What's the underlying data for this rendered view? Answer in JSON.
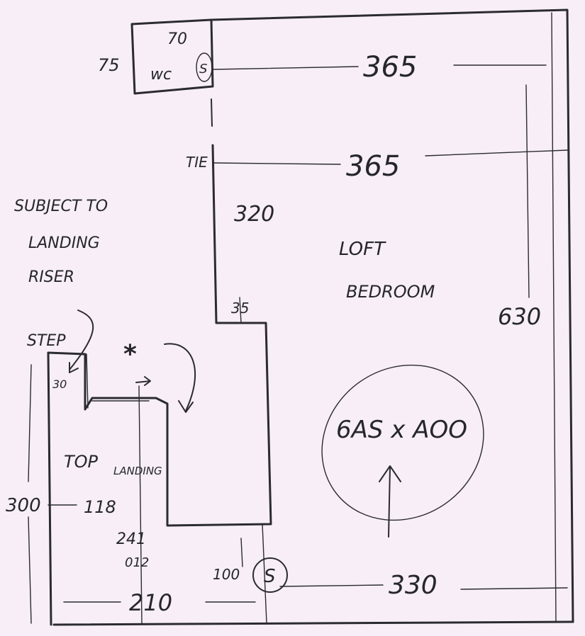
{
  "labels": {
    "wc_width": "70",
    "wc_depth": "75",
    "wc_name": "wc",
    "socket_top": "S",
    "dim_top": "365",
    "tie_label": "TIE",
    "dim_tie": "365",
    "dim_320": "320",
    "dim_35": "35",
    "room_name_1": "LOFT",
    "room_name_2": "BEDROOM",
    "dim_630": "630",
    "note_line1": "SUBJECT TO",
    "note_line2": "LANDING",
    "note_line3": "RISER",
    "step_label": "STEP",
    "dim_30": "30",
    "star": "*",
    "bed": "6AS x AOO",
    "top_landing_1": "TOP",
    "top_landing_2": "LANDING",
    "dim_300": "300",
    "dim_118": "118",
    "dim_241": "241",
    "dim_012": "012",
    "dim_100": "100",
    "socket_bottom": "S",
    "dim_210": "210",
    "dim_330": "330"
  },
  "colors": {
    "paper": "#f7eef7",
    "ink": "#2b2b30"
  }
}
